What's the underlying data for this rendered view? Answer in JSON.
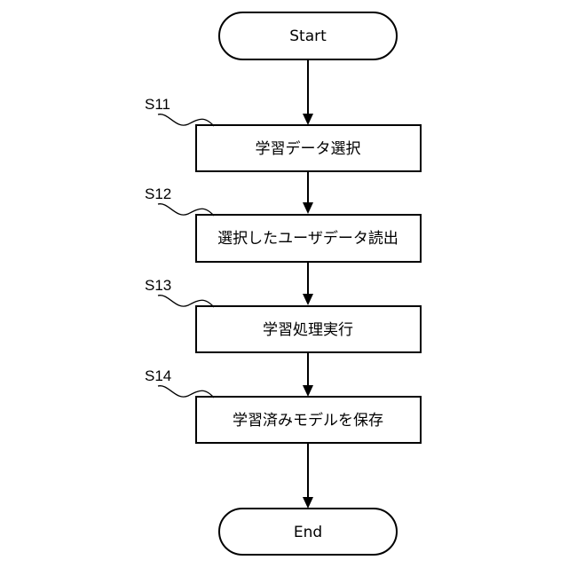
{
  "flowchart": {
    "start": {
      "label": "Start"
    },
    "end": {
      "label": "End"
    },
    "steps": [
      {
        "id": "S11",
        "label": "学習データ選択"
      },
      {
        "id": "S12",
        "label": "選択したユーザデータ読出"
      },
      {
        "id": "S13",
        "label": "学習処理実行"
      },
      {
        "id": "S14",
        "label": "学習済みモデルを保存"
      }
    ]
  },
  "colors": {
    "line": "#000000",
    "fill": "#ffffff"
  }
}
